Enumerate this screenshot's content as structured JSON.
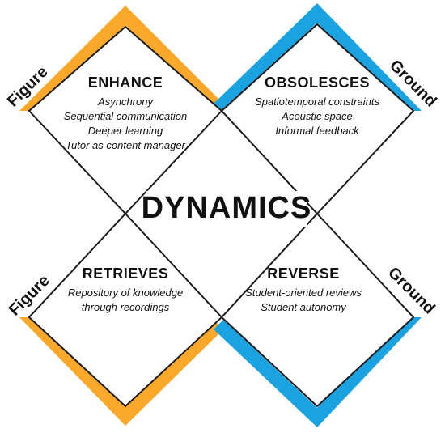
{
  "colors": {
    "figure": "#F9A82A",
    "ground": "#1AA3E0",
    "outline": "#1a1a1a"
  },
  "center_title": "DYNAMICS",
  "side_labels": {
    "figure": "Figure",
    "ground": "Ground"
  },
  "quadrants": {
    "enhance": {
      "heading": "ENHANCE",
      "items": [
        "Asynchrony",
        "Sequential communication",
        "Deeper learning",
        "Tutor as content manager"
      ]
    },
    "obsolesces": {
      "heading": "OBSOLESCES",
      "items": [
        "Spatiotemporal constraints",
        "Acoustic space",
        "Informal feedback"
      ]
    },
    "retrieves": {
      "heading": "RETRIEVES",
      "items": [
        "Repository of knowledge",
        "through recordings"
      ]
    },
    "reverse": {
      "heading": "REVERSE",
      "items": [
        "Student-oriented reviews",
        "Student autonomy"
      ]
    }
  }
}
